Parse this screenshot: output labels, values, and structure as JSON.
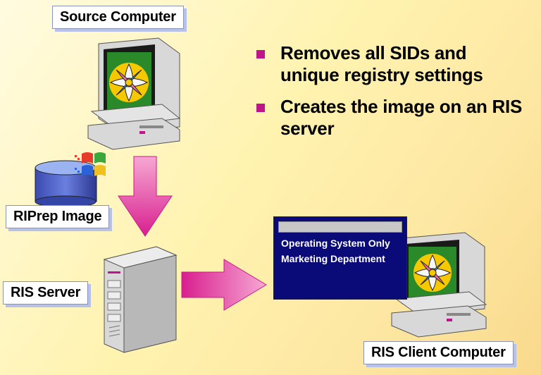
{
  "labels": {
    "source": "Source Computer",
    "riprep": "RIPrep Image",
    "ris_server": "RIS Server",
    "ris_client": "RIS Client Computer"
  },
  "bullets": [
    {
      "text": "Removes all SIDs and unique registry settings"
    },
    {
      "text": "Creates the image on an RIS server"
    }
  ],
  "window": {
    "line1": "Operating System Only",
    "line2": "Marketing Department"
  },
  "icons": {
    "source_computer": "desktop-computer-icon",
    "client_computer": "desktop-computer-icon",
    "server": "tower-server-icon",
    "image": "database-disk-icon",
    "windows": "windows-logo-icon",
    "arrows": "arrow-icon"
  },
  "colors": {
    "arrow": "#e0309a",
    "bullet": "#c0158a",
    "window_bg": "#0a0a78",
    "label_shadow": "#b8c2e8"
  }
}
